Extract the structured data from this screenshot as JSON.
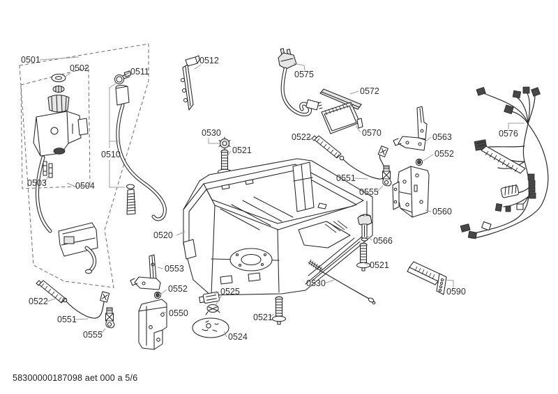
{
  "document": {
    "footer": "58300000187098 aet 000 a 5/6"
  },
  "colors": {
    "background": "#ffffff",
    "line": "#232323",
    "leader": "#9c9c9c",
    "label_text": "#2e2e2e",
    "light_fill": "#e6e6e6",
    "dark_fill": "#474747",
    "dashed_box": "#6b6b6b"
  },
  "callouts": [
    {
      "label": "0501"
    },
    {
      "label": "0502"
    },
    {
      "label": "0503"
    },
    {
      "label": "0504"
    },
    {
      "label": "0511"
    },
    {
      "label": "0510"
    },
    {
      "label": "0512"
    },
    {
      "label": "0530"
    },
    {
      "label": "0521"
    },
    {
      "label": "0575"
    },
    {
      "label": "0572"
    },
    {
      "label": "0570"
    },
    {
      "label": "0522"
    },
    {
      "label": "0551"
    },
    {
      "label": "0555"
    },
    {
      "label": "0563"
    },
    {
      "label": "0552"
    },
    {
      "label": "0560"
    },
    {
      "label": "0576"
    },
    {
      "label": "0520"
    },
    {
      "label": "0566"
    },
    {
      "label": "0521"
    },
    {
      "label": "0530"
    },
    {
      "label": "0590"
    },
    {
      "label": "0553"
    },
    {
      "label": "0552"
    },
    {
      "label": "0550"
    },
    {
      "label": "0525"
    },
    {
      "label": "0524"
    },
    {
      "label": "0521"
    },
    {
      "label": "0522"
    },
    {
      "label": "0551"
    },
    {
      "label": "0555"
    }
  ]
}
